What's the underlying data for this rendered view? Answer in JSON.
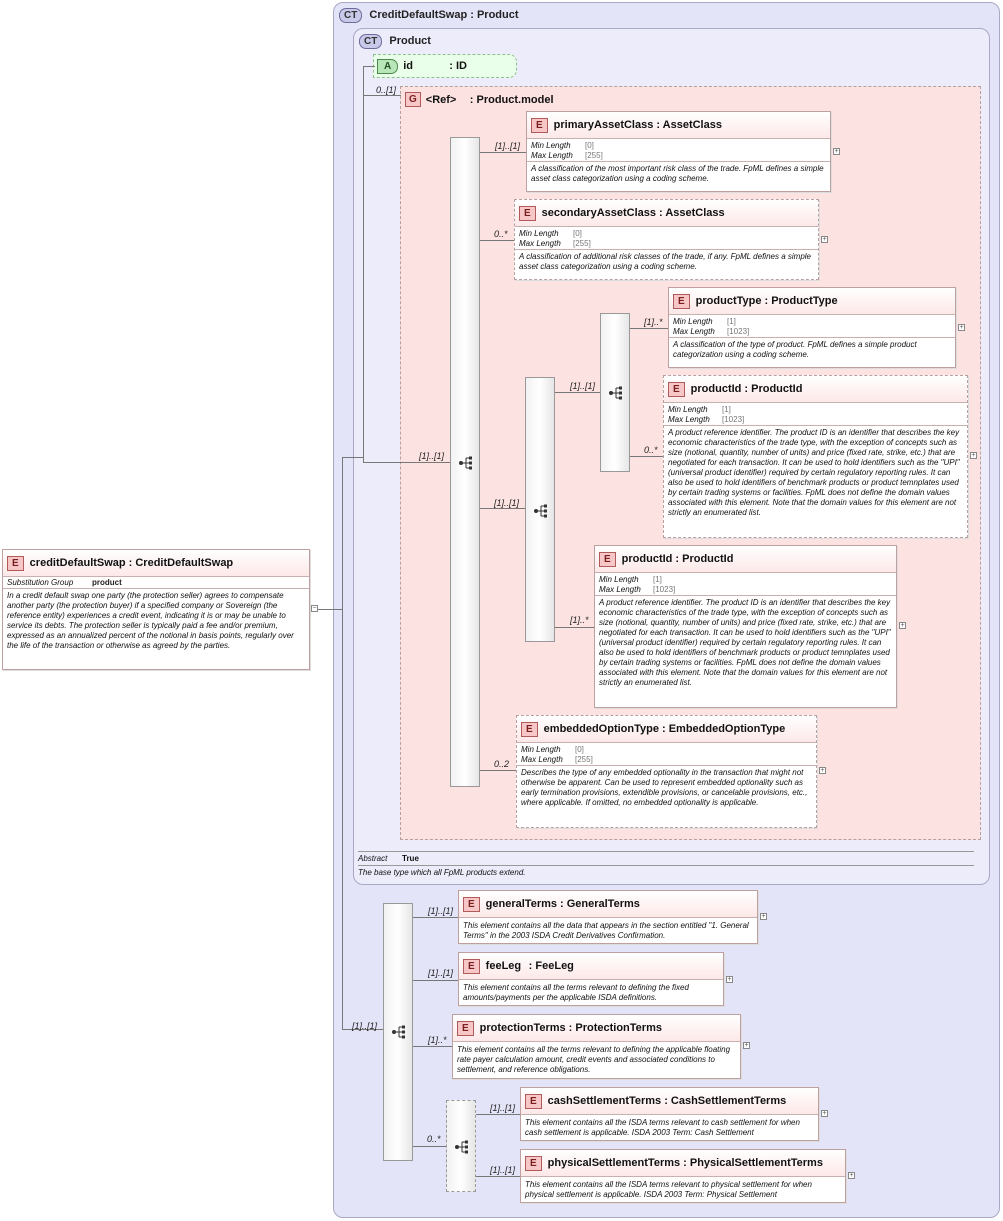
{
  "complex_type": {
    "badge": "CT",
    "title": "CreditDefaultSwap : Product"
  },
  "inner_type": {
    "badge": "CT",
    "title": "Product",
    "abstract_label": "Abstract",
    "abstract_value": "True",
    "doc": "The base type which all FpML products extend."
  },
  "attribute": {
    "badge": "A",
    "name": "id",
    "type": ": ID"
  },
  "group": {
    "badge": "G",
    "name": "<Ref>",
    "type": ": Product.model",
    "card": "0..[1]"
  },
  "root_element": {
    "badge": "E",
    "name": "creditDefaultSwap",
    "type": ": CreditDefaultSwap",
    "facet_key": "Substitution Group",
    "facet_val": "product",
    "doc": "In a credit default swap one party (the protection seller) agrees to compensate another party (the protection buyer) if a specified company or Sovereign (the reference entity) experiences a credit event, indicating it is or may be unable to service its debts. The protection seller is typically paid a fee and/or premium, expressed as an annualized percent of the notional in basis points, regularly over the life of the transaction or otherwise as agreed by the parties.",
    "collapse": "−"
  },
  "labels": {
    "min_length": "Min Length",
    "max_length": "Max Length",
    "plus": "+"
  },
  "elements": {
    "primaryAssetClass": {
      "badge": "E",
      "name": "primaryAssetClass",
      "type": ": AssetClass",
      "min": "[0]",
      "max": "[255]",
      "card": "[1]..[1]",
      "doc": "A classification of the most important risk class of the trade. FpML defines a simple asset class categorization using a coding scheme."
    },
    "secondaryAssetClass": {
      "badge": "E",
      "name": "secondaryAssetClass",
      "type": ": AssetClass",
      "min": "[0]",
      "max": "[255]",
      "card": "0..*",
      "doc": "A classification of additional risk classes of the trade, if any. FpML defines a simple asset class categorization using a coding scheme."
    },
    "productType": {
      "badge": "E",
      "name": "productType",
      "type": ": ProductType",
      "min": "[1]",
      "max": "[1023]",
      "card": "[1]..*",
      "doc": "A classification of the type of product. FpML defines a simple product categorization using a coding scheme."
    },
    "productId1": {
      "badge": "E",
      "name": "productId",
      "type": ": ProductId",
      "min": "[1]",
      "max": "[1023]",
      "card": "0..*",
      "doc": "A product reference identifier. The product ID is an identifier that describes the key economic characteristics of the trade type, with the exception of concepts such as size (notional, quantity, number of units) and price (fixed rate, strike, etc.) that are negotiated for each transaction. It can be used to hold identifiers such as the \"UPI\" (universal product identifier) required by certain regulatory reporting rules. It can also be used to hold identifiers of benchmark products or product temnplates used by certain trading systems or facilities. FpML does not define the domain values associated with this element. Note that the domain values for this element are not strictly an enumerated list."
    },
    "productId2": {
      "badge": "E",
      "name": "productId",
      "type": ": ProductId",
      "min": "[1]",
      "max": "[1023]",
      "card": "[1]..*",
      "doc": "A product reference identifier. The product ID is an identifier that describes the key economic characteristics of the trade type, with the exception of concepts such as size (notional, quantity, number of units) and price (fixed rate, strike, etc.) that are negotiated for each transaction. It can be used to hold identifiers such as the \"UPI\" (universal product identifier) required by certain regulatory reporting rules. It can also be used to hold identifiers of benchmark products or product temnplates used by certain trading systems or facilities. FpML does not define the domain values associated with this element. Note that the domain values for this element are not strictly an enumerated list."
    },
    "embeddedOptionType": {
      "badge": "E",
      "name": "embeddedOptionType",
      "type": ": EmbeddedOptionType",
      "min": "[0]",
      "max": "[255]",
      "card": "0..2",
      "doc": "Describes the type of any embedded optionality in the transaction that might not otherwise be apparent. Can be used to represent embedded optionality such as early termination provisions, extendible provisions, or cancelable provisions, etc., where applicable. If omitted, no embedded optionality is applicable."
    },
    "generalTerms": {
      "badge": "E",
      "name": "generalTerms",
      "type": ": GeneralTerms",
      "card": "[1]..[1]",
      "doc": "This element contains all the data that appears in the section entitled \"1. General Terms\" in the 2003 ISDA Credit Derivatives Confirmation."
    },
    "feeLeg": {
      "badge": "E",
      "name": "feeLeg",
      "type": ": FeeLeg",
      "card": "[1]..[1]",
      "doc": "This element contains all the terms relevant to defining the fixed amounts/payments per the applicable ISDA definitions."
    },
    "protectionTerms": {
      "badge": "E",
      "name": "protectionTerms",
      "type": ": ProtectionTerms",
      "card": "[1]..*",
      "doc": "This element contains all the terms relevant to defining the applicable floating rate payer calculation amount, credit events and associated conditions to settlement, and reference obligations."
    },
    "cashSettlementTerms": {
      "badge": "E",
      "name": "cashSettlementTerms",
      "type": ": CashSettlementTerms",
      "card": "[1]..[1]",
      "doc": "This element contains all the ISDA terms relevant to cash settlement for when cash settlement is applicable. ISDA 2003 Term: Cash Settlement"
    },
    "physicalSettlementTerms": {
      "badge": "E",
      "name": "physicalSettlementTerms",
      "type": ": PhysicalSettlementTerms",
      "card": "[1]..[1]",
      "doc": "This element contains all the ISDA terms relevant to physical settlement for when physical settlement is applicable. ISDA 2003 Term: Physical Settlement"
    }
  },
  "sequence_cards": {
    "product_model_seq": "[1]..[1]",
    "product_id_seq": "[1]..[1]",
    "product_choice": "[1]..[1]",
    "cds_seq": "[1]..[1]",
    "settlement_choice": "0..*"
  }
}
